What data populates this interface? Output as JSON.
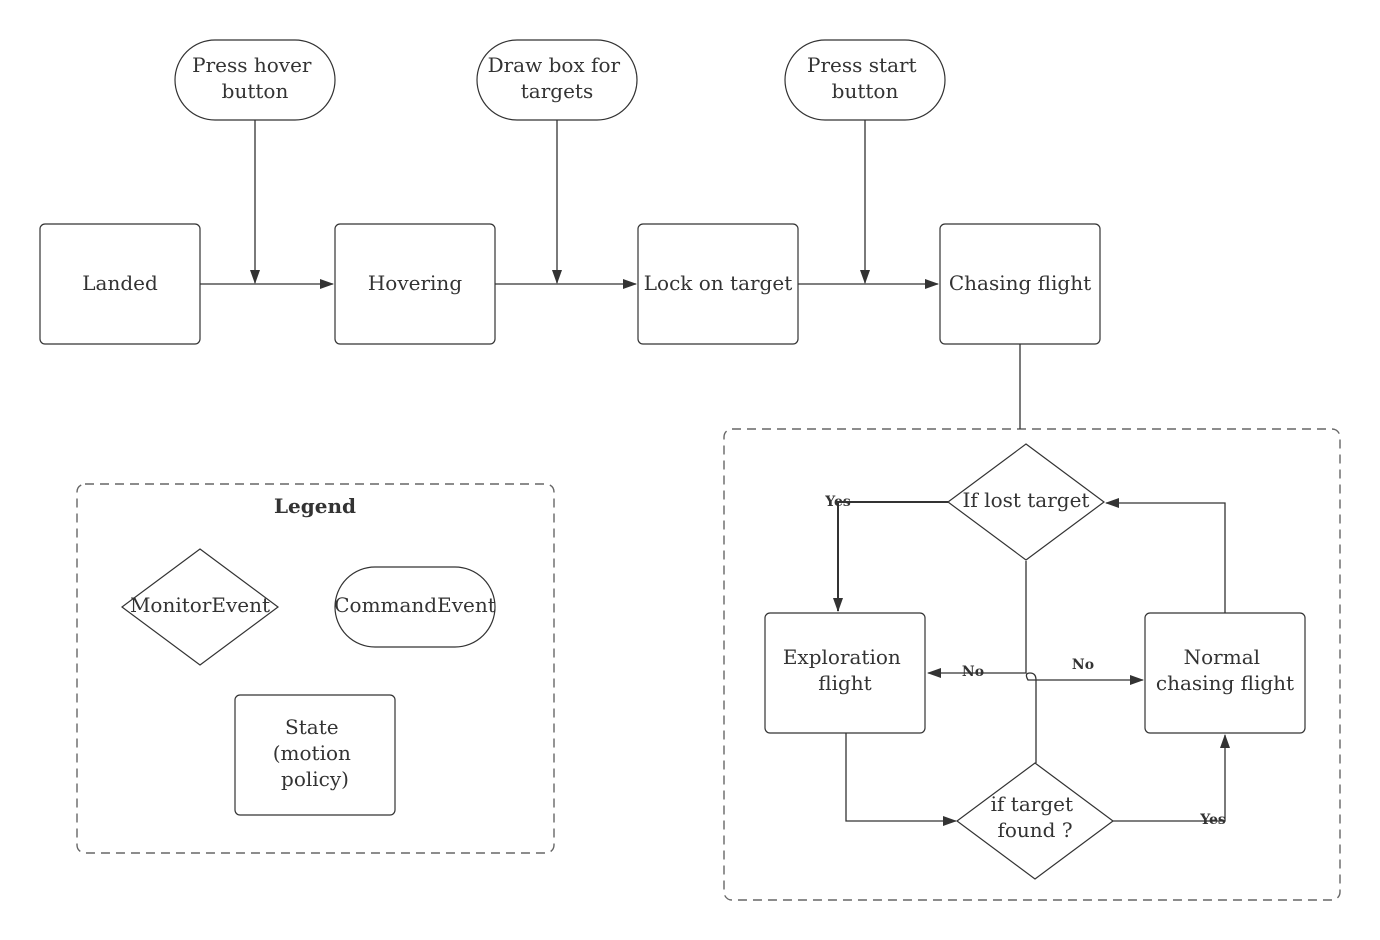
{
  "nodes": {
    "press_hover": {
      "lines": [
        "Press hover",
        "button"
      ]
    },
    "draw_box": {
      "lines": [
        "Draw box for",
        "targets"
      ]
    },
    "press_start": {
      "lines": [
        "Press start",
        "button"
      ]
    },
    "landed": {
      "lines": [
        "Landed"
      ]
    },
    "hovering": {
      "lines": [
        "Hovering"
      ]
    },
    "lock_on": {
      "lines": [
        "Lock on target"
      ]
    },
    "chasing": {
      "lines": [
        "Chasing flight"
      ]
    },
    "lost_target": {
      "lines": [
        "If lost target"
      ]
    },
    "exploration": {
      "lines": [
        "Exploration",
        "flight"
      ]
    },
    "normal_chasing": {
      "lines": [
        "Normal",
        "chasing flight"
      ]
    },
    "target_found": {
      "lines": [
        "if target",
        "found ?"
      ]
    }
  },
  "edge_labels": {
    "lost_yes": "Yes",
    "lost_no_left": "No",
    "lost_no_right": "No",
    "found_yes": "Yes"
  },
  "legend": {
    "title": "Legend",
    "monitor_event": {
      "lines": [
        "MonitorEvent"
      ]
    },
    "command_event": {
      "lines": [
        "CommandEvent"
      ]
    },
    "state": {
      "lines": [
        "State",
        "(motion",
        "policy)"
      ]
    }
  },
  "colors": {
    "stroke": "#333333",
    "frame": "#666666",
    "background": "#ffffff"
  }
}
